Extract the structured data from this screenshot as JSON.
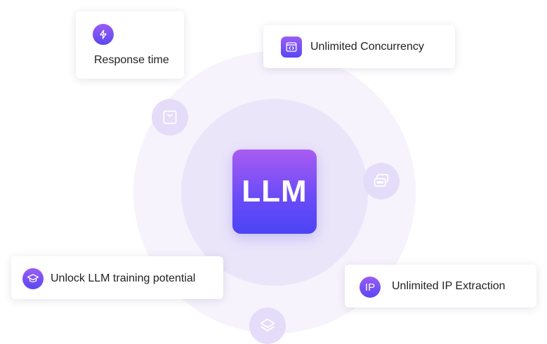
{
  "center": {
    "label": "LLM"
  },
  "features": {
    "response_time": "Response time",
    "concurrency": "Unlimited Concurrency",
    "training": "Unlock LLM training potential",
    "ip_extraction": "Unlimited IP Extraction",
    "ip_badge": "IP"
  },
  "icons": {
    "bolt": "bolt-icon",
    "code_window": "code-window-icon",
    "graduation_cap": "graduation-cap-icon",
    "shopping_bag": "shopping-bag-icon",
    "chat_bubbles": "chat-bubbles-icon",
    "layers": "layers-icon"
  },
  "colors": {
    "accent_top": "#a95cf2",
    "accent_bottom": "#4b44f5",
    "ring_outer": "#f6f3fd",
    "ring_inner": "#ebe5fa"
  }
}
